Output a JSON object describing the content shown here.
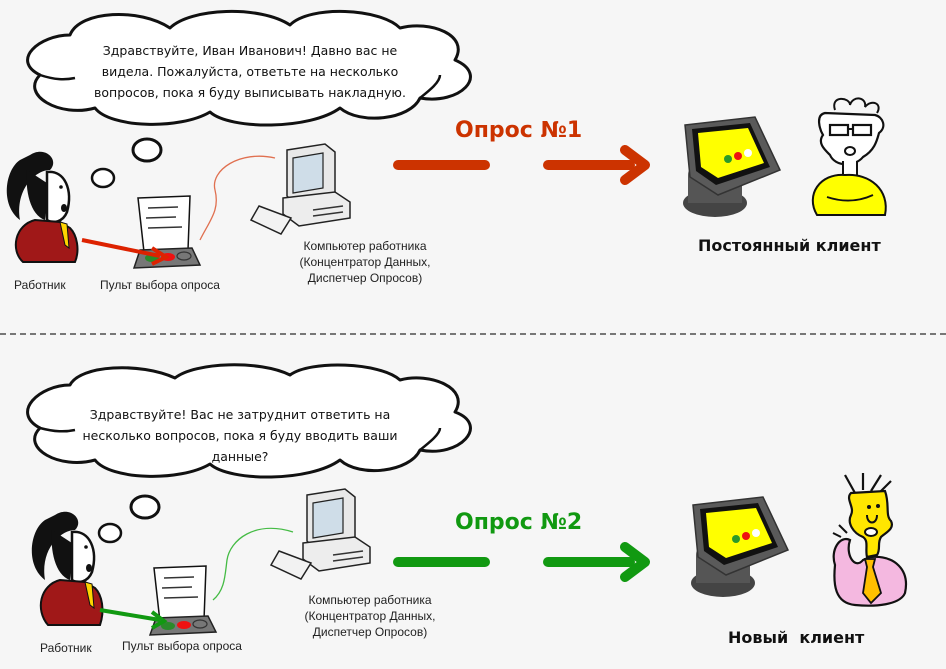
{
  "scenarios": [
    {
      "id": "regular",
      "speech": "Здравствуйте, Иван Иванович!  Давно вас не видела. Пожалуйста, ответьте на несколько вопросов, пока я буду выписывать накладную.",
      "survey_title": "Опрос №1",
      "accent_color": "#cc3300",
      "worker_label": "Работник",
      "remote_label": "Пульт выбора опроса",
      "computer_label": [
        "Компьютер работника",
        "(Концентратор Данных,",
        "Диспетчер Опросов)"
      ],
      "client_label": "Постоянный клиент",
      "pressed_button": "red"
    },
    {
      "id": "new",
      "speech": "Здравствуйте!  Вас не затруднит ответить на несколько вопросов, пока я буду вводить ваши данные?",
      "survey_title": "Опрос №2",
      "accent_color": "#119911",
      "worker_label": "Работник",
      "remote_label": "Пульт выбора опроса",
      "computer_label": [
        "Компьютер работника",
        "(Концентратор Данных,",
        "Диспетчер Опросов)"
      ],
      "client_label": "Новый  клиент",
      "pressed_button": "green"
    }
  ],
  "colors": {
    "background": "#f6f6f6",
    "kiosk_screen": "#ffff00",
    "regular_client_shirt": "#ffff00",
    "new_client_shirt": "#f4b8e0",
    "new_client_face": "#ffe600",
    "worker_shirt": "#a01818",
    "tie": "#ffd400"
  }
}
